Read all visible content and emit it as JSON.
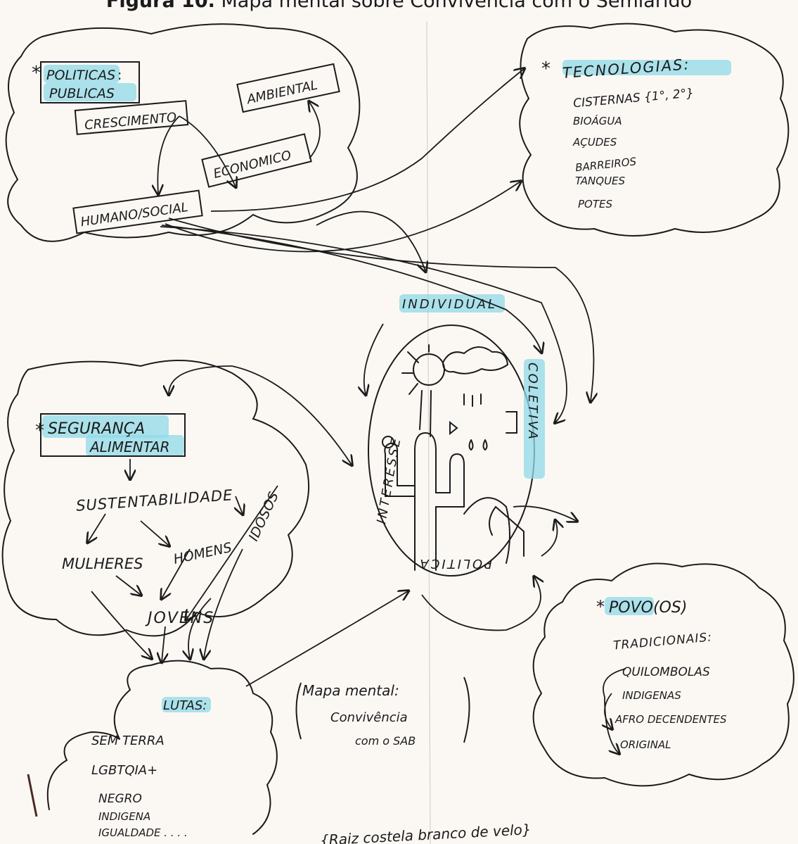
{
  "caption": {
    "label": "Figura 10.",
    "text": "Mapa mental sobre Convivência com o Semiárido"
  },
  "clusters": {
    "politicas": {
      "title_line1": "POLITICAS",
      "title_line2": "PUBLICAS",
      "title_suffix": ":",
      "marker": "*",
      "crescimento": "CRESCIMENTO",
      "ambiental": "AMBIENTAL",
      "economico": "ECONOMICO",
      "humano_social": "HUMANO/SOCIAL"
    },
    "tecnologias": {
      "marker": "*",
      "title": "TECNOLOGIAS:",
      "items": [
        "CISTERNAS {1°, 2°}",
        "BIOÁGUA",
        "AÇUDES",
        "BARREIROS",
        "TANQUES",
        "POTES"
      ]
    },
    "seguranca": {
      "marker": "*",
      "title_line1": "SEGURANÇA",
      "title_line2": "ALIMENTAR",
      "sustentabilidade": "SUSTENTABILIDADE",
      "mulheres": "MULHERES",
      "homens": "HOMENS",
      "idosos": "IDOSOS",
      "jovens": "JOVENS"
    },
    "lutas": {
      "title": "LUTAS:",
      "items": [
        "SEM TERRA",
        "LGBTQIA+",
        "NEGRO",
        "INDIGENA",
        "IGUALDADE . . . ."
      ]
    },
    "povos": {
      "marker": "*",
      "title": "POVO(OS)",
      "subtitle": "TRADICIONAIS:",
      "items": [
        "QUILOMBOLAS",
        "INDIGENAS",
        "AFRO DECENDENTES",
        "ORIGINAL"
      ]
    },
    "center": {
      "top": "INDIVIDUAL",
      "right": "COLETIVA",
      "bottom": "POLITICA",
      "left": "INTERESSE"
    }
  },
  "note": {
    "line1": "Mapa mental:",
    "line2": "Convivência",
    "line3": "com o SAB"
  },
  "footer": "{Raiz costela branco de velo}",
  "colors": {
    "ink": "#1b1b1b",
    "highlight": "#8fd9e8",
    "paper": "#fbf8f4"
  }
}
